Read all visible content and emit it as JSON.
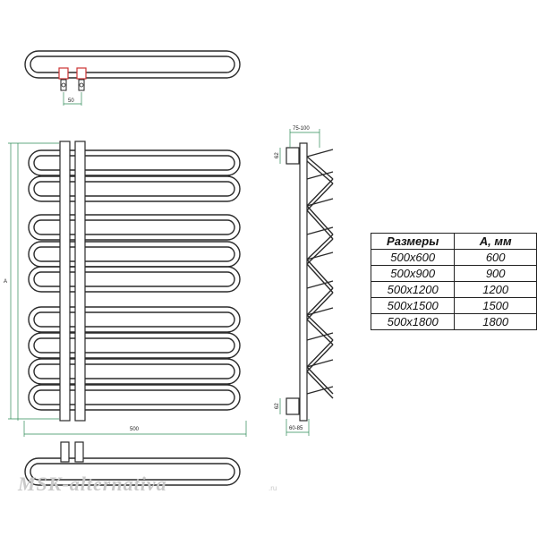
{
  "dimensions": {
    "valve_spacing": "50",
    "overall_width": "500",
    "overall_height": "A",
    "depth_top": "75-100",
    "depth_bottom": "60-85",
    "mount_top": "62",
    "mount_bottom": "62"
  },
  "table": {
    "headers": [
      "Размеры",
      "А, мм"
    ],
    "rows": [
      [
        "500x600",
        "600"
      ],
      [
        "500x900",
        "900"
      ],
      [
        "500x1200",
        "1200"
      ],
      [
        "500x1500",
        "1500"
      ],
      [
        "500x1800",
        "1800"
      ]
    ]
  },
  "watermark": {
    "brand": "MSK-alternativa",
    "domain": ".ru"
  },
  "colors": {
    "line": "#2a2a2a",
    "dimension": "#2e8b57",
    "valve": "#cc3333"
  }
}
